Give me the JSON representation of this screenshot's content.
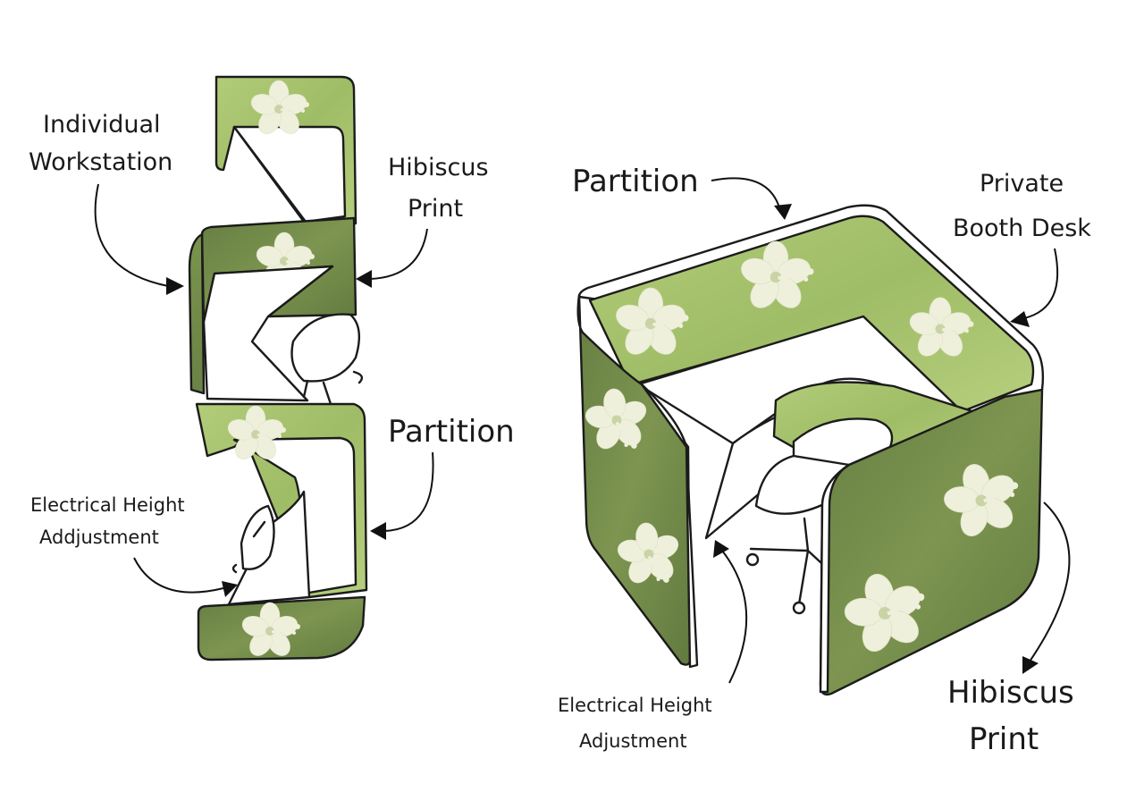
{
  "colors": {
    "panel_light": "#a9c46f",
    "panel_mid": "#8da55a",
    "panel_dark": "#6f8748",
    "flower": "#eef0dc",
    "ink": "#1b1b1b"
  },
  "left_figure": {
    "labels": {
      "workstation": [
        "Individual",
        "Workstation"
      ],
      "hibiscus": [
        "Hibiscus",
        "Print"
      ],
      "partition": "Partition",
      "height": [
        "Electrical Height",
        "Addjustment"
      ]
    }
  },
  "right_figure": {
    "labels": {
      "partition": "Partition",
      "booth_desk": [
        "Private",
        "Booth Desk"
      ],
      "height": [
        "Electrical Height",
        "Adjustment"
      ],
      "hibiscus": [
        "Hibiscus",
        "Print"
      ]
    }
  },
  "icons": [
    "hibiscus-flower-icon",
    "office-chair-icon",
    "arrow-icon"
  ]
}
